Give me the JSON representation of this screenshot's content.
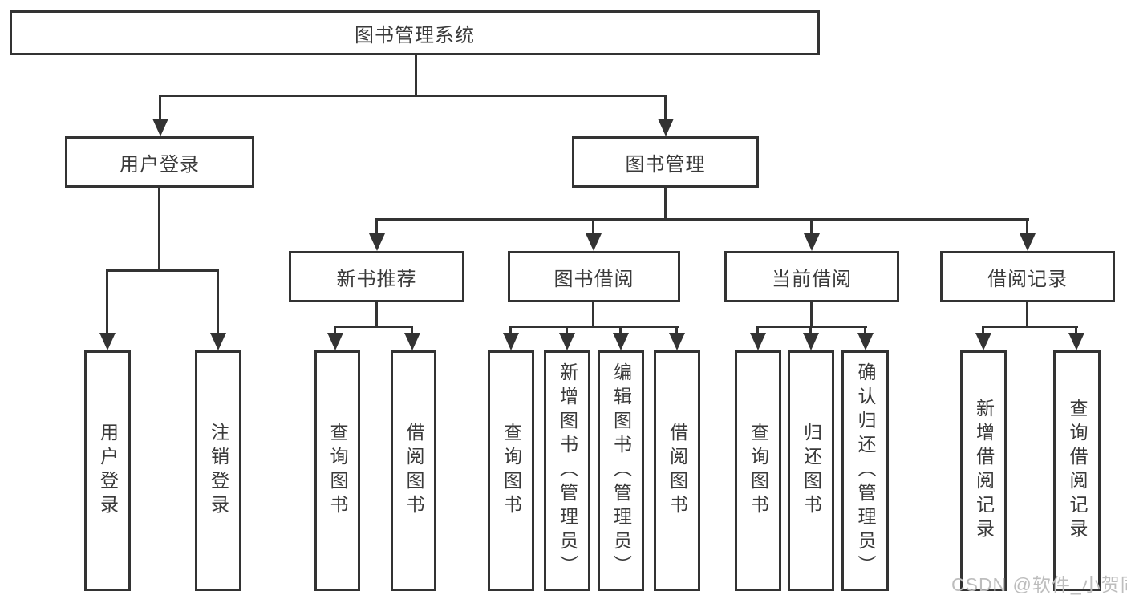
{
  "diagram": {
    "root": {
      "label": "图书管理系统"
    },
    "level2": [
      {
        "label": "用户登录"
      },
      {
        "label": "图书管理"
      }
    ],
    "level3": [
      {
        "label": "新书推荐"
      },
      {
        "label": "图书借阅"
      },
      {
        "label": "当前借阅"
      },
      {
        "label": "借阅记录"
      }
    ],
    "leaves": {
      "user_login": [
        {
          "label": "用户登录"
        },
        {
          "label": "注销登录"
        }
      ],
      "new_book": [
        {
          "label": "查询图书"
        },
        {
          "label": "借阅图书"
        }
      ],
      "book_borrow": [
        {
          "label": "查询图书"
        },
        {
          "label": "新增图书（管理员）"
        },
        {
          "label": "编辑图书（管理员）"
        },
        {
          "label": "借阅图书"
        }
      ],
      "current_borrow": [
        {
          "label": "查询图书"
        },
        {
          "label": "归还图书"
        },
        {
          "label": "确认归还（管理员）"
        }
      ],
      "borrow_record": [
        {
          "label": "新增借阅记录"
        },
        {
          "label": "查询借阅记录"
        }
      ]
    }
  },
  "watermark": {
    "text": "CSDN @软件_小贺同学"
  },
  "colors": {
    "line": "#333333",
    "text": "#3a3a3a",
    "watermark": "#bdbdbd",
    "background": "#ffffff"
  }
}
